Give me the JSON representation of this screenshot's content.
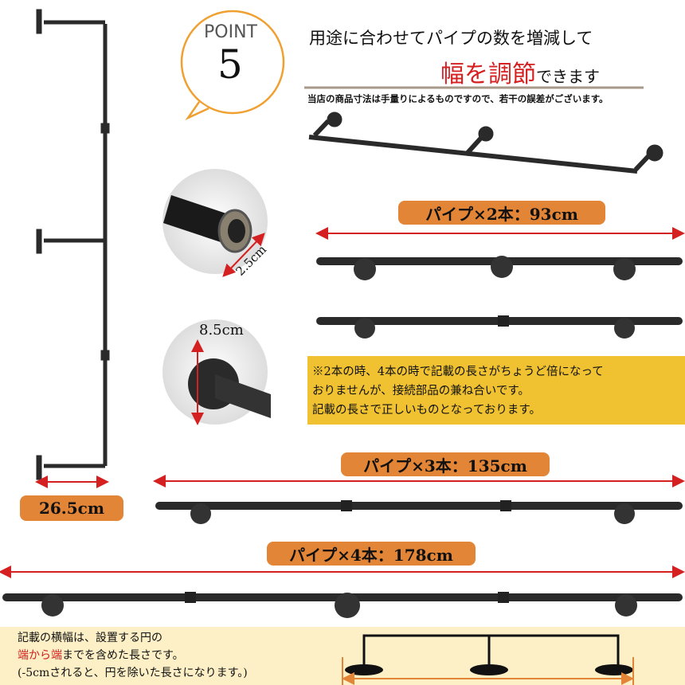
{
  "point": {
    "label": "POINT",
    "number": "5"
  },
  "headline": {
    "line1": "用途に合わせてパイプの数を増減して",
    "highlight": "幅を調節",
    "suffix": "できます"
  },
  "note": "当店の商品寸法は手量りによるものですので、若干の誤差がございます。",
  "dimensions": {
    "depth": "26.5cm",
    "pipe_diameter": "2.5cm",
    "flange_diameter": "8.5cm"
  },
  "configs": [
    {
      "label": "パイプ×2本：93cm"
    },
    {
      "label": "パイプ×3本：135cm"
    },
    {
      "label": "パイプ×4本：178cm"
    }
  ],
  "caution": [
    "※2本の時、4本の時で記載の長さがちょうど倍になって",
    "おりませんが、接続部品の兼ね合いです。",
    "記載の長さで正しいものとなっております。"
  ],
  "bottom": {
    "line1": "記載の横幅は、設置する円の",
    "line2_red": "端から端",
    "line2_rest": "までを含めた長さです。",
    "line3": "(-5cmされると、円を除いた長さになります。)"
  },
  "colors": {
    "orange": "#e38536",
    "red": "#d42020",
    "yellow": "#f0c232",
    "cream": "#fdf0c6"
  }
}
